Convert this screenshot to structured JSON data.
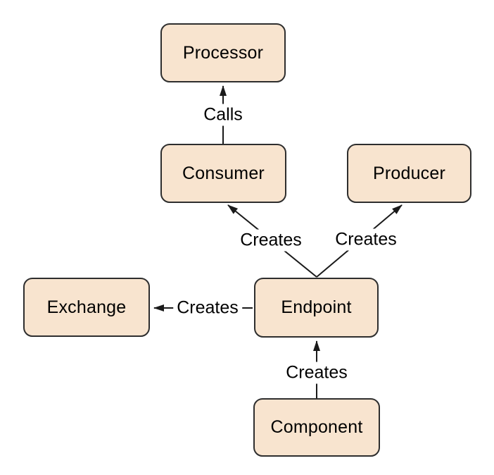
{
  "diagram": {
    "nodes": [
      {
        "id": "processor",
        "label": "Processor"
      },
      {
        "id": "consumer",
        "label": "Consumer"
      },
      {
        "id": "producer",
        "label": "Producer"
      },
      {
        "id": "exchange",
        "label": "Exchange"
      },
      {
        "id": "endpoint",
        "label": "Endpoint"
      },
      {
        "id": "component",
        "label": "Component"
      }
    ],
    "edges": [
      {
        "from": "consumer",
        "to": "processor",
        "label": "Calls"
      },
      {
        "from": "endpoint",
        "to": "consumer",
        "label": "Creates"
      },
      {
        "from": "endpoint",
        "to": "producer",
        "label": "Creates"
      },
      {
        "from": "endpoint",
        "to": "exchange",
        "label": "Creates"
      },
      {
        "from": "component",
        "to": "endpoint",
        "label": "Creates"
      }
    ],
    "colors": {
      "node_fill": "#f8e4cf",
      "node_border": "#2e2e2e",
      "edge_line": "#1a1a1a",
      "text": "#000000",
      "background": "#ffffff"
    }
  }
}
